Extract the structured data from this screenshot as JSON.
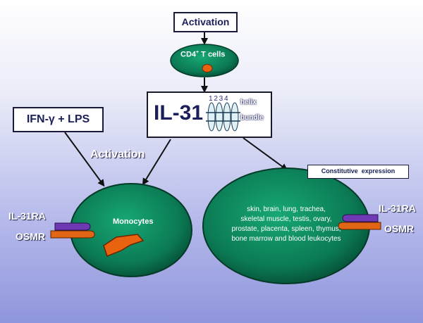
{
  "activation_top": "Activation",
  "cd4_cells": {
    "main": "CD4",
    "sup": "+",
    "rest": " T cells"
  },
  "il31": "IL-31",
  "helix_numbers": "1 2 3 4",
  "helix_label": "helix",
  "bundle_label": "bundle",
  "stimulus": "IFN-γ + LPS",
  "activation_left": "Activation",
  "constitutive": "Constitutive  expression",
  "monocytes": "Monocytes",
  "tissues": [
    "skin, brain, lung, trachea,",
    "skeletal muscle, testis, ovary,",
    "prostate, placenta, spleen, thymus,",
    "bone marrow and blood leukocytes"
  ],
  "receptor_left": {
    "top": "IL-31RA",
    "bottom": "OSMR"
  },
  "receptor_right": {
    "top": "IL-31RA",
    "bottom": "OSMR"
  },
  "colors": {
    "cell_green": "#0e8e62",
    "cell_dark": "#054a33",
    "il31ra_purple": "#6d3ab3",
    "osmr_orange": "#e06515",
    "nucleus_orange": "#e8620f"
  }
}
